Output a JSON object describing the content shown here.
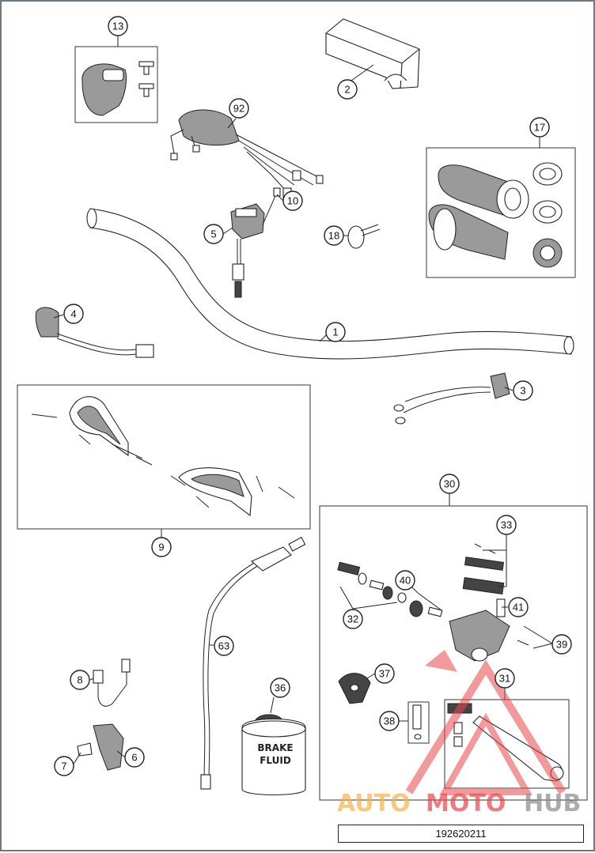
{
  "diagram": {
    "reference_number": "192620211",
    "callouts": [
      "1",
      "2",
      "3",
      "4",
      "5",
      "6",
      "7",
      "8",
      "9",
      "10",
      "13",
      "17",
      "18",
      "30",
      "31",
      "32",
      "33",
      "36",
      "37",
      "38",
      "39",
      "40",
      "41",
      "63",
      "92"
    ],
    "fluid_container_label": [
      "BRAKE",
      "FLUID"
    ],
    "watermark": {
      "part1": "AUTO",
      "part2": "MOTO",
      "part3": "HUB"
    },
    "colors": {
      "line": "#222222",
      "watermark_orange": "#f5b24a",
      "watermark_red": "#e8474c",
      "watermark_gray": "#8a8a8a",
      "frame": "#6d7a86"
    }
  }
}
